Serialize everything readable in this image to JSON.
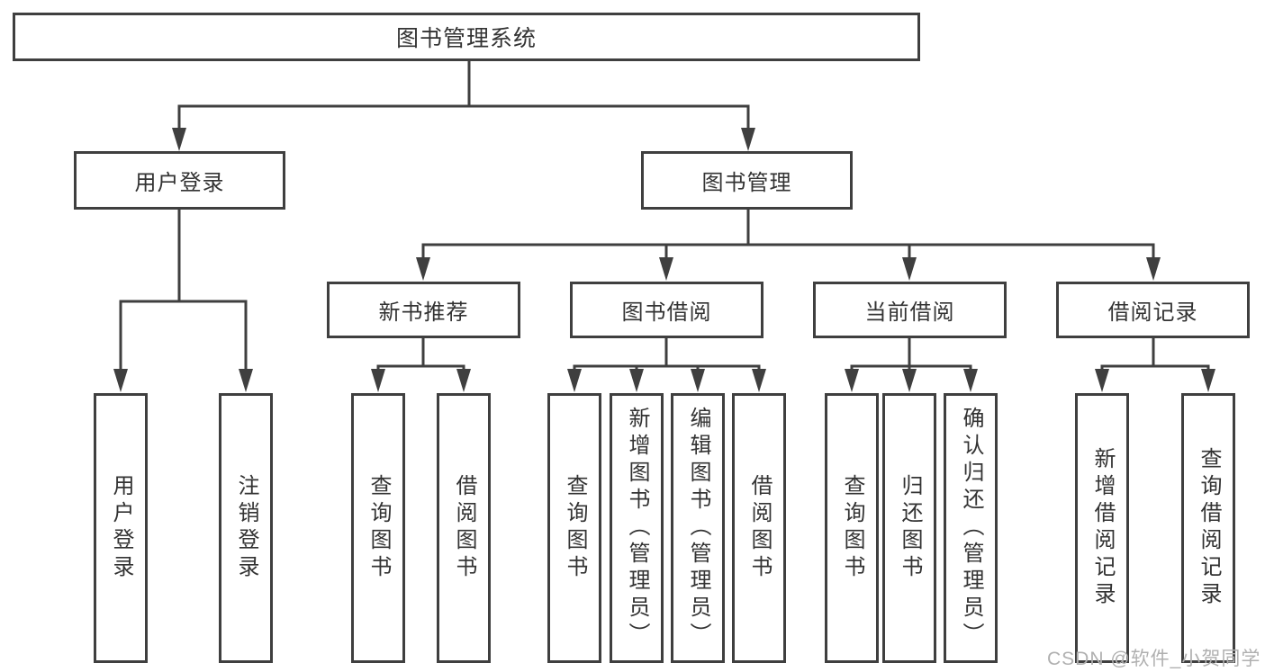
{
  "diagram": {
    "root": {
      "label": "图书管理系统"
    },
    "level1": [
      {
        "label": "用户登录",
        "children": [
          {
            "label": "用户登录"
          },
          {
            "label": "注销登录"
          }
        ]
      },
      {
        "label": "图书管理",
        "children": [
          {
            "label": "新书推荐",
            "children": [
              {
                "label": "查询图书"
              },
              {
                "label": "借阅图书"
              }
            ]
          },
          {
            "label": "图书借阅",
            "children": [
              {
                "label": "查询图书"
              },
              {
                "label": "新增图书（管理员）"
              },
              {
                "label": "编辑图书（管理员）"
              },
              {
                "label": "借阅图书"
              }
            ]
          },
          {
            "label": "当前借阅",
            "children": [
              {
                "label": "查询图书"
              },
              {
                "label": "归还图书"
              },
              {
                "label": "确认归还（管理员）"
              }
            ]
          },
          {
            "label": "借阅记录",
            "children": [
              {
                "label": "新增借阅记录"
              },
              {
                "label": "查询借阅记录"
              }
            ]
          }
        ]
      }
    ]
  },
  "watermark": {
    "text": "CSDN @软件_小贺同学"
  },
  "colors": {
    "line": "#3f3f3f",
    "text": "#333333",
    "background": "#ffffff",
    "watermark": "#b0b0b0"
  }
}
